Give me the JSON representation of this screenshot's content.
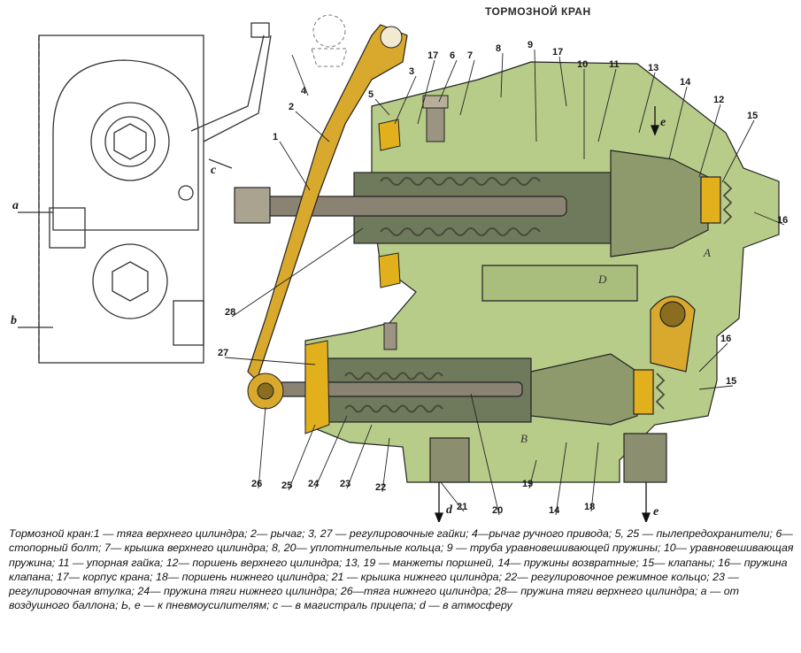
{
  "title": "ТОРМОЗНОЙ КРАН",
  "callouts": [
    "1",
    "2",
    "3",
    "4",
    "5",
    "6",
    "7",
    "8",
    "9",
    "10",
    "11",
    "12",
    "13",
    "14",
    "15",
    "16",
    "17",
    "18",
    "19",
    "20",
    "21",
    "22",
    "23",
    "24",
    "25",
    "26",
    "27",
    "28"
  ],
  "port_labels": {
    "a": "a",
    "b": "b",
    "c": "c",
    "d": "d",
    "e": "e",
    "chamber_a": "A",
    "chamber_b": "B",
    "chamber_d": "D"
  },
  "legend_text": "Тормозной кран:1 — тяга верхнего цилиндра; 2— рычаг; 3, 27 — регулировочные гайки; 4—рычаг ручного привода; 5, 25 — пылепредохранители; 6— стопорный болт; 7— крышка верхнего цилиндра; 8, 20— уплотнительные кольца; 9 — труба уравновешивающей пружины; 10— уравновешивающая пружина; 11 — упорная гайка; 12— поршень верхнего цилиндра; 13, 19 — манжеты поршней, 14— пружины возвратные; 15— клапаны; 16— пружина клапана; 17— корпус крана; 18— поршень нижнего цилиндра; 21 — крышка нижнего цилиндра; 22— регулировочное режимное кольцо; 23 — регулировочная втулка; 24— пружина тяги нижнего цилиндра; 26—тяга нижнего цилиндра; 28— пружина тяги верхнего цилиндра; а — от воздушного баллона; Ь, е — к пневмоусилителям; с — в магистраль прицепа; d — в атмосферу",
  "colors": {
    "body_green": "#b8cc8a",
    "body_dark": "#6f7a5c",
    "yellow_part": "#d9a92e",
    "rod_gray": "#8a8272",
    "spring": "#4a4a3a",
    "line": "#222222"
  }
}
